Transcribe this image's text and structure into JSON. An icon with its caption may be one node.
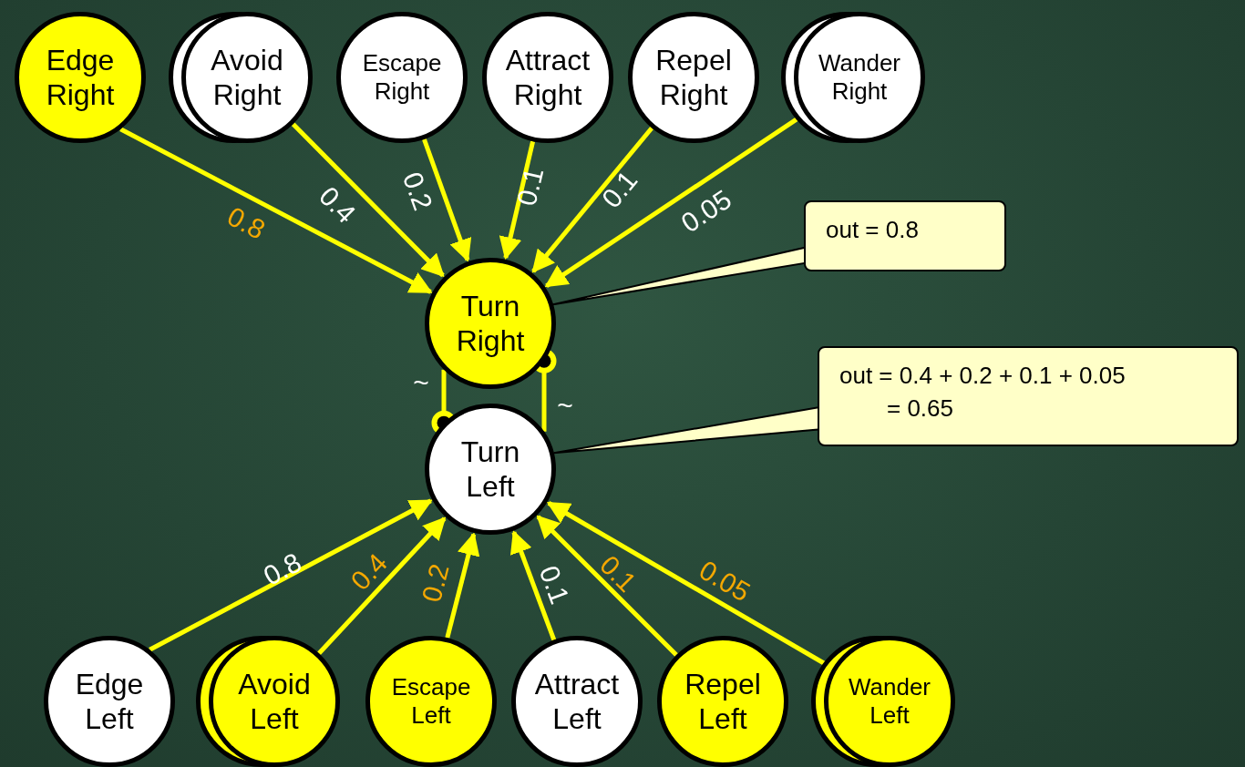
{
  "diagram": {
    "nodes": [
      {
        "text": [
          "Edge Right"
        ]
      },
      {
        "text": [
          "Avoid Right"
        ]
      },
      {
        "text": [
          "Escape Right"
        ]
      },
      {
        "text": [
          "Attract Right"
        ]
      },
      {
        "text": [
          "Repel Right"
        ]
      },
      {
        "text": [
          "Wander Right"
        ]
      },
      {
        "text": [
          "Turn Right"
        ]
      },
      {
        "text": [
          "Turn Left"
        ]
      },
      {
        "text": [
          "Edge Left"
        ]
      },
      {
        "text": [
          "Avoid Left"
        ]
      },
      {
        "text": [
          "Escape Left"
        ]
      },
      {
        "text": [
          "Attract Left"
        ]
      },
      {
        "text": [
          "Repel Left"
        ]
      },
      {
        "text": [
          "Wander Left"
        ]
      },
      {
        "text": [
          "out = 0.8"
        ]
      },
      {
        "text": [
          "out = 0.4 + 0.2 + 0.1 + 0.05",
          "= 0.65"
        ]
      }
    ],
    "edges": [
      {
        "from": 0,
        "to": 6,
        "arrow": "to",
        "label": "0.8"
      },
      {
        "from": 1,
        "to": 6,
        "arrow": "to",
        "label": "0.4"
      },
      {
        "from": 2,
        "to": 6,
        "arrow": "to",
        "label": "0.2"
      },
      {
        "from": 3,
        "to": 6,
        "arrow": "to",
        "label": "0.1"
      },
      {
        "from": 4,
        "to": 6,
        "arrow": "to",
        "label": "0.1"
      },
      {
        "from": 5,
        "to": 6,
        "arrow": "to",
        "label": "0.05"
      },
      {
        "from": 8,
        "to": 7,
        "arrow": "to",
        "label": "0.8"
      },
      {
        "from": 9,
        "to": 7,
        "arrow": "to",
        "label": "0.4"
      },
      {
        "from": 10,
        "to": 7,
        "arrow": "to",
        "label": "0.2"
      },
      {
        "from": 11,
        "to": 7,
        "arrow": "to",
        "label": "0.1"
      },
      {
        "from": 12,
        "to": 7,
        "arrow": "to",
        "label": "0.1"
      },
      {
        "from": 13,
        "to": 7,
        "arrow": "to",
        "label": "0.05"
      },
      {
        "from": 6,
        "to": 7,
        "arrow": "other",
        "label": "~"
      },
      {
        "from": 7,
        "to": 6,
        "arrow": "other",
        "label": "~"
      },
      {
        "from": 14,
        "to": 6,
        "arrow": "none"
      },
      {
        "from": 15,
        "to": 7,
        "arrow": "none"
      }
    ]
  }
}
